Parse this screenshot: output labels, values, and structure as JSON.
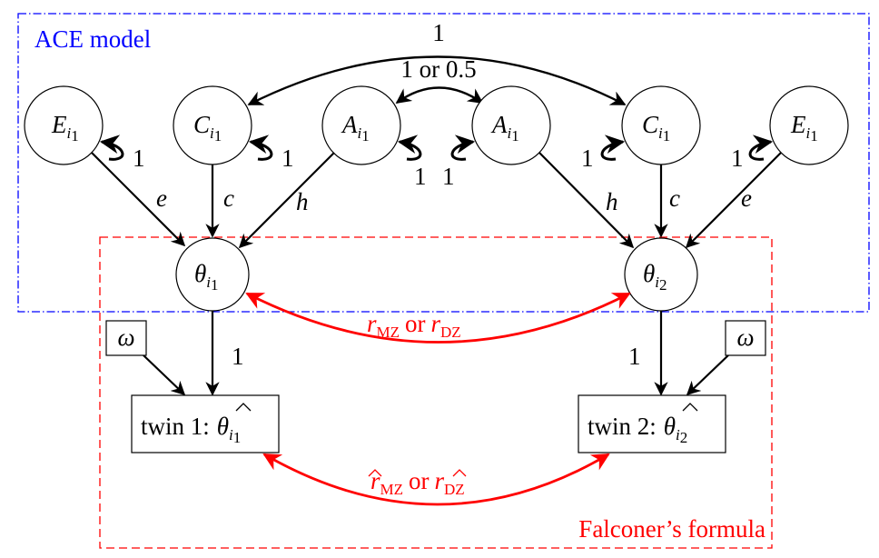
{
  "title": "ACE model and Falconer's formula path diagram",
  "colors": {
    "ace_box": "#0000ff",
    "falconer_box": "#ff0000",
    "ink": "#000000",
    "correlation": "#ff0000"
  },
  "regions": {
    "ace_label": "ACE model",
    "falconer_label": "Falconer’s formula"
  },
  "latent_nodes": [
    {
      "id": "E1",
      "symbol": "E",
      "subscript": "i",
      "subsub": "1",
      "self_loop": "1"
    },
    {
      "id": "C1",
      "symbol": "C",
      "subscript": "i",
      "subsub": "1",
      "self_loop": "1"
    },
    {
      "id": "A1",
      "symbol": "A",
      "subscript": "i",
      "subsub": "1",
      "self_loop": "1"
    },
    {
      "id": "A2",
      "symbol": "A",
      "subscript": "i",
      "subsub": "1",
      "self_loop": "1"
    },
    {
      "id": "C2",
      "symbol": "C",
      "subscript": "i",
      "subsub": "1",
      "self_loop": "1"
    },
    {
      "id": "E2",
      "symbol": "E",
      "subscript": "i",
      "subsub": "1",
      "self_loop": "1"
    }
  ],
  "trait_nodes": [
    {
      "id": "theta1",
      "symbol": "θ",
      "subscript": "i",
      "subsub": "1"
    },
    {
      "id": "theta2",
      "symbol": "θ",
      "subscript": "i",
      "subsub": "2"
    }
  ],
  "paths": {
    "e": "e",
    "c": "c",
    "h": "h",
    "loading": "1",
    "cc_cov": "1",
    "aa_cov": "1 or 0.5"
  },
  "error_nodes": [
    {
      "id": "omega1",
      "symbol": "ω"
    },
    {
      "id": "omega2",
      "symbol": "ω"
    }
  ],
  "observed_nodes": [
    {
      "id": "twin1",
      "label": "twin 1:",
      "symbol": "θ",
      "subscript": "i",
      "subsub": "1"
    },
    {
      "id": "twin2",
      "label": "twin 2:",
      "symbol": "θ",
      "subscript": "i",
      "subsub": "2"
    }
  ],
  "correlations": {
    "true": {
      "r": "r",
      "mz": "MZ",
      "or": "or",
      "dz": "DZ"
    },
    "estimated": {
      "r": "r",
      "mz": "MZ",
      "or": "or",
      "dz": "DZ"
    }
  }
}
